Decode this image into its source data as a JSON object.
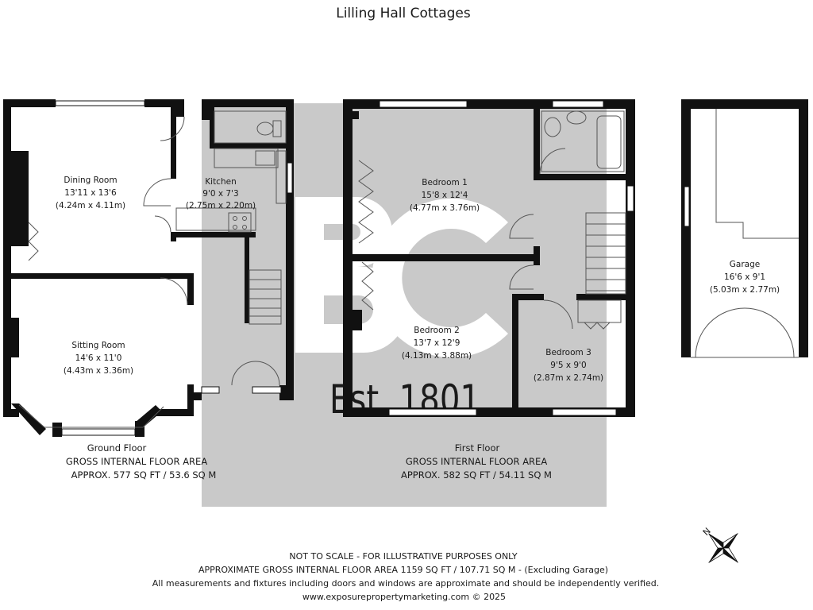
{
  "title": "Lilling Hall Cottages",
  "watermark": {
    "logo_text": "BC",
    "est_text": "Est. 1801"
  },
  "rooms": {
    "dining": {
      "name": "Dining Room",
      "imperial": "13'11 x 13'6",
      "metric": "(4.24m x 4.11m)"
    },
    "kitchen": {
      "name": "Kitchen",
      "imperial": "9'0 x 7'3",
      "metric": "(2.75m x 2.20m)"
    },
    "sitting": {
      "name": "Sitting Room",
      "imperial": "14'6 x 11'0",
      "metric": "(4.43m x 3.36m)"
    },
    "bedroom1": {
      "name": "Bedroom 1",
      "imperial": "15'8 x 12'4",
      "metric": "(4.77m x 3.76m)"
    },
    "bedroom2": {
      "name": "Bedroom 2",
      "imperial": "13'7 x 12'9",
      "metric": "(4.13m x 3.88m)"
    },
    "bedroom3": {
      "name": "Bedroom 3",
      "imperial": "9'5 x 9'0",
      "metric": "(2.87m x 2.74m)"
    },
    "garage": {
      "name": "Garage",
      "imperial": "16'6 x 9'1",
      "metric": "(5.03m x 2.77m)"
    }
  },
  "floors": {
    "ground": {
      "name": "Ground Floor",
      "label": "GROSS INTERNAL FLOOR AREA",
      "area": "APPROX. 577 SQ FT / 53.6 SQ M"
    },
    "first": {
      "name": "First Floor",
      "label": "GROSS INTERNAL FLOOR AREA",
      "area": "APPROX. 582 SQ FT / 54.11 SQ M"
    }
  },
  "footer": {
    "line1": "NOT TO SCALE - FOR ILLUSTRATIVE PURPOSES ONLY",
    "line2": "APPROXIMATE GROSS INTERNAL FLOOR AREA 1159 SQ FT / 107.71 SQ M - (Excluding Garage)",
    "line3": "All measurements and fixtures including doors and windows are approximate and should be independently verified.",
    "line4": "www.exposurepropertymarketing.com © 2025"
  },
  "compass": {
    "label": "N",
    "icon": "compass-rose-icon"
  },
  "colors": {
    "wall": "#111111",
    "watermark_bg": "#c9c9c9",
    "fixture": "#555555"
  }
}
